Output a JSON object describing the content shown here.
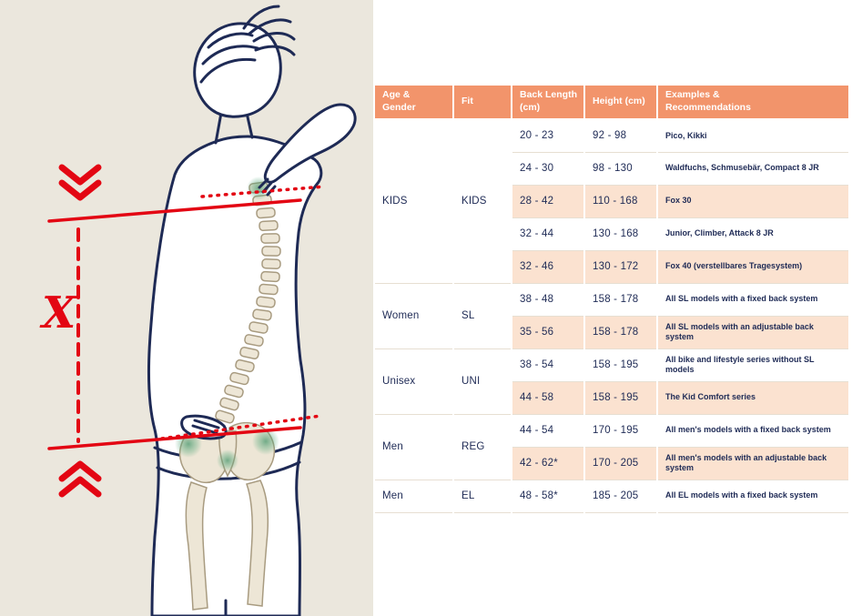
{
  "theme": {
    "header_bg": "#F2946B",
    "highlight_bg": "#FBE2D0",
    "navy": "#1E2A55",
    "accent_red": "#E30613",
    "beige": "#EBE7DD"
  },
  "illustration": {
    "x_label": "X"
  },
  "table": {
    "columns": [
      "Age & Gender",
      "Fit",
      "Back Length (cm)",
      "Height (cm)",
      "Examples & Recommendations"
    ],
    "groups": [
      {
        "age_gender": "KIDS",
        "fit": "KIDS",
        "rows": [
          {
            "back_length": "20 - 23",
            "height": "92 - 98",
            "examples": "Pico, Kikki",
            "highlight": false
          },
          {
            "back_length": "24 - 30",
            "height": "98 - 130",
            "examples": "Waldfuchs, Schmusebär, Compact 8 JR",
            "highlight": false
          },
          {
            "back_length": "28 - 42",
            "height": "110 - 168",
            "examples": "Fox 30",
            "highlight": true
          },
          {
            "back_length": "32 - 44",
            "height": "130 - 168",
            "examples": "Junior, Climber, Attack 8 JR",
            "highlight": false
          },
          {
            "back_length": "32 - 46",
            "height": "130 - 172",
            "examples": "Fox 40 (verstellbares Tragesystem)",
            "highlight": true
          }
        ]
      },
      {
        "age_gender": "Women",
        "fit": "SL",
        "rows": [
          {
            "back_length": "38 - 48",
            "height": "158 - 178",
            "examples": "All SL models with a fixed back system",
            "highlight": false
          },
          {
            "back_length": "35 - 56",
            "height": "158 - 178",
            "examples": "All SL models with an adjustable back system",
            "highlight": true
          }
        ]
      },
      {
        "age_gender": "Unisex",
        "fit": "UNI",
        "rows": [
          {
            "back_length": "38 - 54",
            "height": "158 - 195",
            "examples": "All bike and lifestyle series without SL models",
            "highlight": false
          },
          {
            "back_length": "44 - 58",
            "height": "158 - 195",
            "examples": "The Kid Comfort series",
            "highlight": true
          }
        ]
      },
      {
        "age_gender": "Men",
        "fit": "REG",
        "rows": [
          {
            "back_length": "44 - 54",
            "height": "170 - 195",
            "examples": "All men's models with a fixed back system",
            "highlight": false
          },
          {
            "back_length": "42 - 62*",
            "height": "170 - 205",
            "examples": "All men's models with an adjustable back system",
            "highlight": true
          }
        ]
      },
      {
        "age_gender": "Men",
        "fit": "EL",
        "rows": [
          {
            "back_length": "48 - 58*",
            "height": "185 - 205",
            "examples": "All EL models with a fixed back system",
            "highlight": false
          }
        ]
      }
    ]
  }
}
